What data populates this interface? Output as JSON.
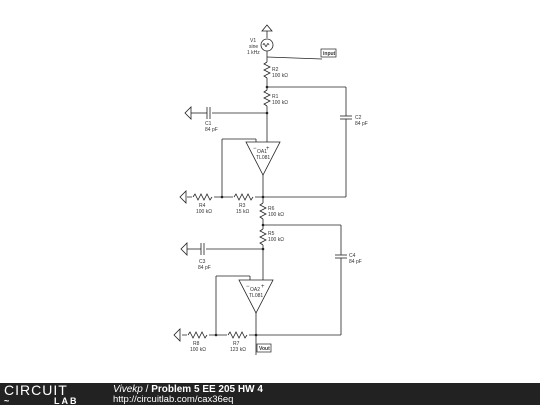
{
  "schematic": {
    "components": {
      "V1": {
        "ref": "V1",
        "type": "sine",
        "freq": "1 kHz"
      },
      "R2": {
        "ref": "R2",
        "value": "100 kΩ"
      },
      "R1": {
        "ref": "R1",
        "value": "100 kΩ"
      },
      "C1": {
        "ref": "C1",
        "value": "84 pF"
      },
      "C2": {
        "ref": "C2",
        "value": "84 pF"
      },
      "OA1": {
        "ref": "OA1",
        "part": "TL081"
      },
      "R4": {
        "ref": "R4",
        "value": "100 kΩ"
      },
      "R3": {
        "ref": "R3",
        "value": "15 kΩ"
      },
      "R6": {
        "ref": "R6",
        "value": "100 kΩ"
      },
      "R5": {
        "ref": "R5",
        "value": "100 kΩ"
      },
      "C3": {
        "ref": "C3",
        "value": "84 pF"
      },
      "C4": {
        "ref": "C4",
        "value": "84 pF"
      },
      "OA2": {
        "ref": "OA2",
        "part": "TL081"
      },
      "R8": {
        "ref": "R8",
        "value": "100 kΩ"
      },
      "R7": {
        "ref": "R7",
        "value": "123 kΩ"
      }
    },
    "nets": {
      "input": "input",
      "vout": "Vout"
    },
    "symbols": {
      "plus": "+",
      "minus": "−"
    }
  },
  "footer": {
    "logo_top": "CIRCUIT",
    "logo_bottom_left": "~",
    "logo_bottom_right": "LAB",
    "author": "Vivekp",
    "separator": " / ",
    "title": "Problem 5 EE 205 HW 4",
    "url": "http://circuitlab.com/cax36eq"
  }
}
